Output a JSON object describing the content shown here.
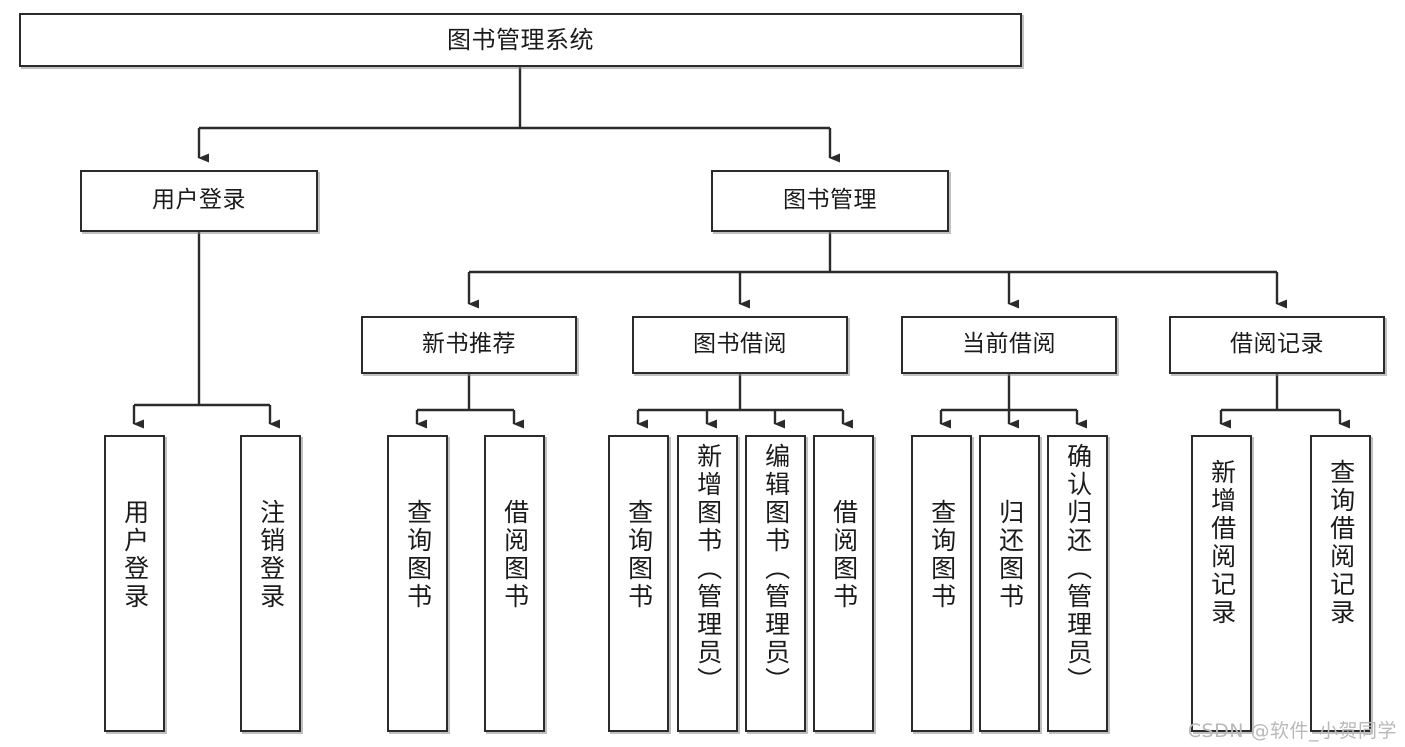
{
  "diagram": {
    "title": "图书管理系统",
    "type": "hierarchy-tree",
    "colors": {
      "box_border": "#2b2b2b",
      "box_fill": "#ffffff",
      "connector": "#2b2b2b",
      "text": "#1b1b1b",
      "watermark": "#b9b9b9",
      "background": "#ffffff"
    },
    "root": {
      "label": "图书管理系统"
    },
    "level2": [
      {
        "label": "用户登录"
      },
      {
        "label": "图书管理"
      }
    ],
    "level3": [
      {
        "label": "新书推荐"
      },
      {
        "label": "图书借阅"
      },
      {
        "label": "当前借阅"
      },
      {
        "label": "借阅记录"
      }
    ],
    "leaves_user_login": [
      {
        "label": "用户登录"
      },
      {
        "label": "注销登录"
      }
    ],
    "leaves_new_book": [
      {
        "label": "查询图书"
      },
      {
        "label": "借阅图书"
      }
    ],
    "leaves_borrow": [
      {
        "label": "查询图书"
      },
      {
        "label": "新增图书（管理员）"
      },
      {
        "label": "编辑图书（管理员）"
      },
      {
        "label": "借阅图书"
      }
    ],
    "leaves_current": [
      {
        "label": "查询图书"
      },
      {
        "label": "归还图书"
      },
      {
        "label": "确认归还（管理员）"
      }
    ],
    "leaves_records": [
      {
        "label": "新增借阅记录"
      },
      {
        "label": "查询借阅记录"
      }
    ],
    "watermark": "CSDN @软件_小贺同学"
  }
}
